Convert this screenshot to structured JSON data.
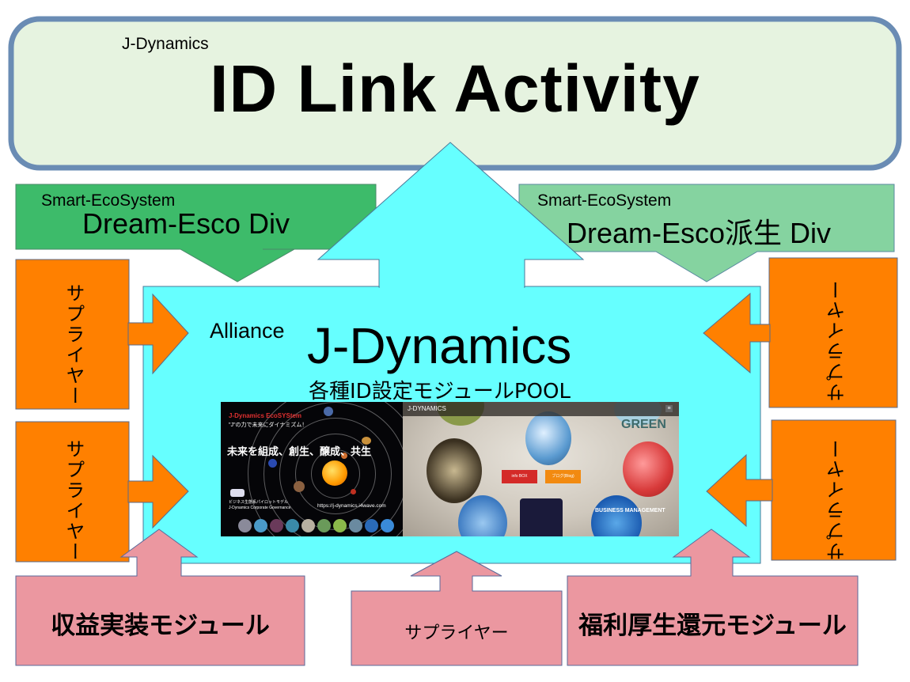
{
  "header": {
    "brand": "J-Dynamics",
    "title": "ID Link Activity"
  },
  "divisions": [
    {
      "small": "Smart-EcoSystem",
      "big": "Dream-Esco Div",
      "color": "#3dbb6a"
    },
    {
      "small": "Smart-EcoSystem",
      "big": "Dream-Esco派生 Div",
      "color": "#85d3a0"
    }
  ],
  "suppliers": {
    "label": "サプライヤー",
    "color": "#ff8000"
  },
  "center": {
    "alliance": "Alliance",
    "name": "J-Dynamics",
    "pool": "各種ID設定モジュールPOOL",
    "color": "#66ffff"
  },
  "image_left": {
    "title": "J-Dynamics EcoSYStem",
    "subtitle": "\"J\"の力で未来にダイナミズム！",
    "headline": "未来を組成、創生、醸成、共生",
    "tagline": "ビジネス生態系パイロットモデル",
    "governance": "J-Dynamics Corporate Governance",
    "url": "https://j-dynamics.i4wave.com"
  },
  "image_right": {
    "brand": "J-DYNAMICS",
    "menu": "≡",
    "button_red": "info BOX",
    "button_orange": "ブログ(Blog)",
    "green": "GREEN",
    "business": "BUSINESS MANAGEMENT"
  },
  "bottom": [
    {
      "label": "収益実装モジュール",
      "bold": true
    },
    {
      "label": "サプライヤー",
      "bold": false
    },
    {
      "label": "福利厚生還元モジュール",
      "bold": true
    }
  ],
  "colors": {
    "header_fill": "#e6f3e0",
    "header_border": "#6a8cb4",
    "bottom_fill": "#eb97a0",
    "outline": "#4a6a94"
  }
}
